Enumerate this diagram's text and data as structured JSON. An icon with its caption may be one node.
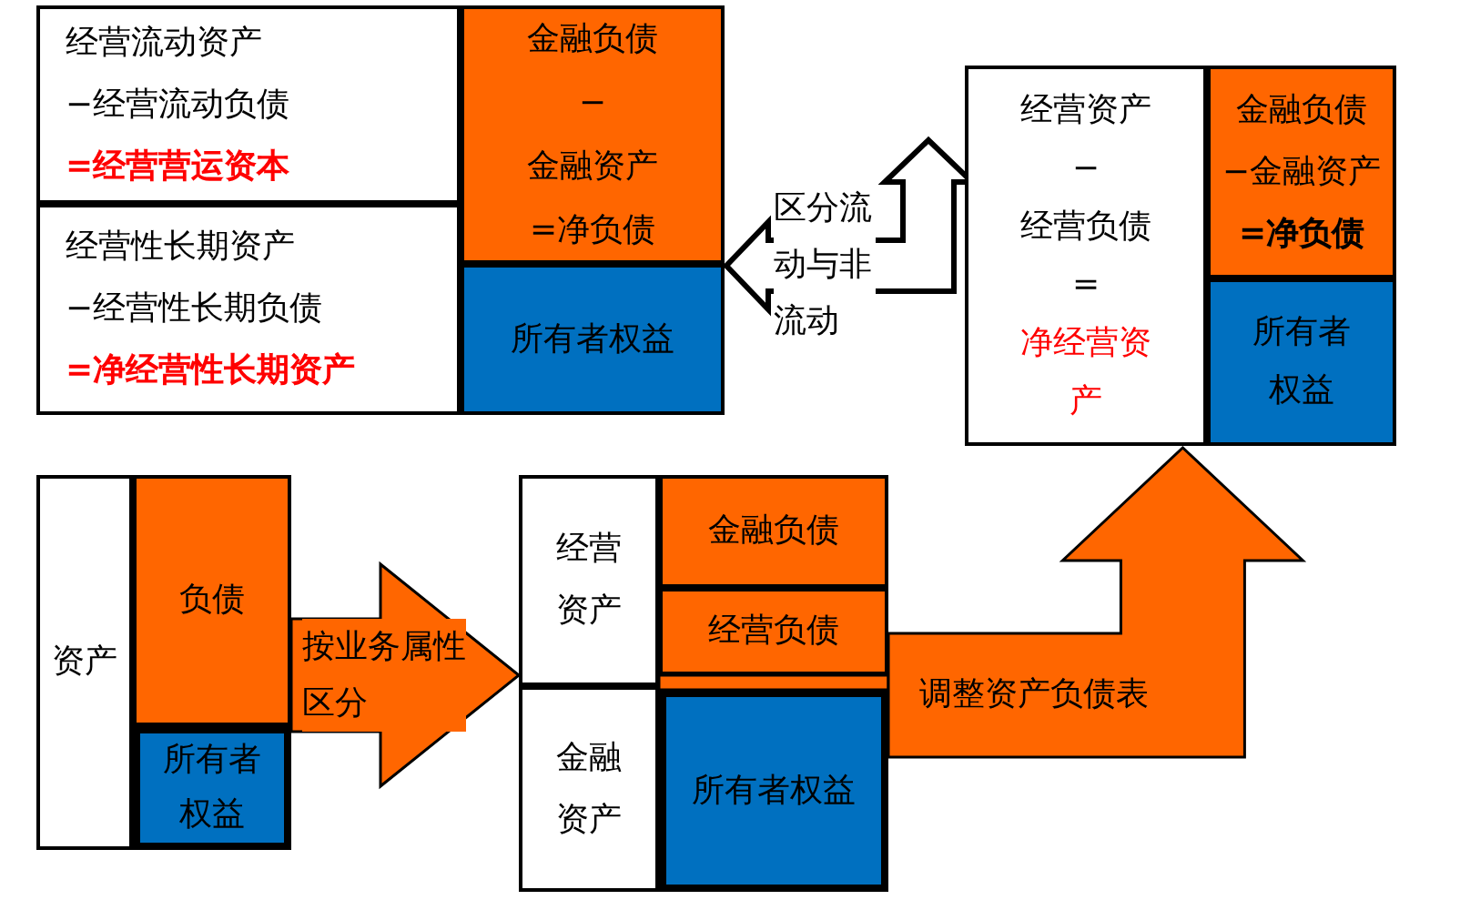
{
  "diagram": {
    "nodes": [
      {
        "text": [
          "经营流动资产",
          "−经营流动负债",
          "=经营营运资本"
        ]
      },
      {
        "text": [
          "经营性长期资产",
          "−经营性长期负债",
          "=净经营性长期资产"
        ]
      },
      {
        "text": [
          "金融负债",
          "−",
          "金融资产",
          "=净负债"
        ]
      },
      {
        "text": [
          "所有者权益"
        ]
      },
      {
        "text": [
          "经营资产",
          "−",
          "经营负债",
          "=",
          "净经营资产"
        ]
      },
      {
        "text": [
          "金融负债",
          "−金融资产",
          "=净负债"
        ]
      },
      {
        "text": [
          "所有者权益"
        ]
      },
      {
        "text": [
          "资产"
        ]
      },
      {
        "text": [
          "负债"
        ]
      },
      {
        "text": [
          "所有者权益"
        ]
      },
      {
        "text": [
          "经营资产"
        ]
      },
      {
        "text": [
          "金融资产"
        ]
      },
      {
        "text": [
          "金融负债"
        ]
      },
      {
        "text": [
          "经营负债"
        ]
      },
      {
        "text": [
          "所有者权益"
        ]
      }
    ],
    "edges": [
      {
        "from": 4,
        "to": 2,
        "arrow": "both",
        "label": "区分流动与非流动"
      },
      {
        "from": 8,
        "to": 10,
        "arrow": "to",
        "label": "按业务属性区分"
      },
      {
        "from": 13,
        "to": 4,
        "arrow": "to",
        "label": "调整资产负债表"
      }
    ]
  }
}
